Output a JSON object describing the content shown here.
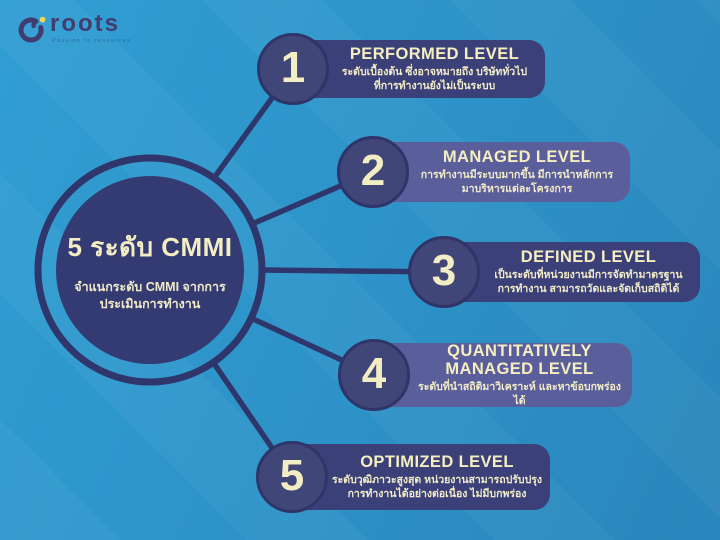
{
  "logo": {
    "brand": "roots",
    "tagline": "Passion to resources"
  },
  "center_circle": {
    "title": "5 ระดับ CMMI",
    "subtitle_line1": "จำแนกระดับ CMMI จากการ",
    "subtitle_line2": "ประเมินการทำงาน"
  },
  "levels": [
    {
      "number": "1",
      "title_line1": "PERFORMED LEVEL",
      "title_line2": "",
      "desc_line1": "ระดับเบื้องต้น ซึ่งอาจหมายถึง บริษัททั่วไป",
      "desc_line2": "ที่การทำงานยังไม่เป็นระบบ"
    },
    {
      "number": "2",
      "title_line1": "MANAGED LEVEL",
      "title_line2": "",
      "desc_line1": "การทำงานมีระบบมากขึ้น มีการนำหลักการ",
      "desc_line2": "มาบริหารแต่ละโครงการ"
    },
    {
      "number": "3",
      "title_line1": "DEFINED LEVEL",
      "title_line2": "",
      "desc_line1": "เป็นระดับที่หน่วยงานมีการจัดทำมาตรฐาน",
      "desc_line2": "การทำงาน สามารถวัดและจัดเก็บสถิติได้"
    },
    {
      "number": "4",
      "title_line1": "QUANTITATIVELY",
      "title_line2": "MANAGED LEVEL",
      "desc_line1": "ระดับที่นำสถิติมาวิเคราะห์ และหาข้อบกพร่องได้",
      "desc_line2": ""
    },
    {
      "number": "5",
      "title_line1": "OPTIMIZED LEVEL",
      "title_line2": "",
      "desc_line1": "ระดับวุฒิภาวะสูงสุด หน่วยงานสามารถปรับปรุง",
      "desc_line2": "การทำงานได้อย่างต่อเนื่อง ไม่มีบกพร่อง"
    }
  ],
  "colors": {
    "background_blue": "#2d93c8",
    "panel_dark_navy": "#3b4178",
    "panel_light_purple": "#5a5e9b",
    "connector_navy": "#2f366b",
    "text_cream": "#f3edc3",
    "logo_navy": "#413d71",
    "logo_dot_yellow": "#eed94f"
  }
}
